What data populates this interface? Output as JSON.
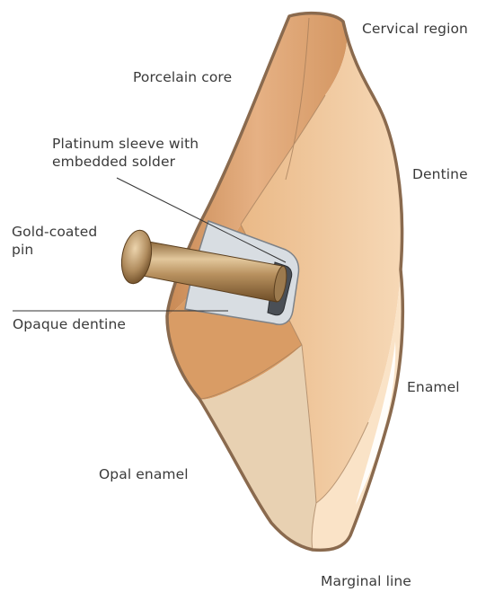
{
  "labels": {
    "cervical_region": "Cervical region",
    "porcelain_core": "Porcelain core",
    "platinum_sleeve": [
      "Platinum sleeve with",
      "embedded solder"
    ],
    "dentine": "Dentine",
    "gold_pin": [
      "Gold-coated",
      "pin"
    ],
    "opaque_dentine": "Opaque dentine",
    "enamel": "Enamel",
    "opal_enamel": "Opal enamel",
    "marginal_line": "Marginal line"
  },
  "colors": {
    "outline": "#8a6a4e",
    "porcelain_core": "#e0a978",
    "porcelain_core_dark": "#c98a55",
    "dentine": "#f3cfa8",
    "opal_enamel": "#e9d3b4",
    "enamel": "#fbe6cc",
    "enamel_highlight": "#ffffff",
    "sleeve": "#d6dbe0",
    "pin_gold": "#b08c5e",
    "leader": "#333333"
  }
}
